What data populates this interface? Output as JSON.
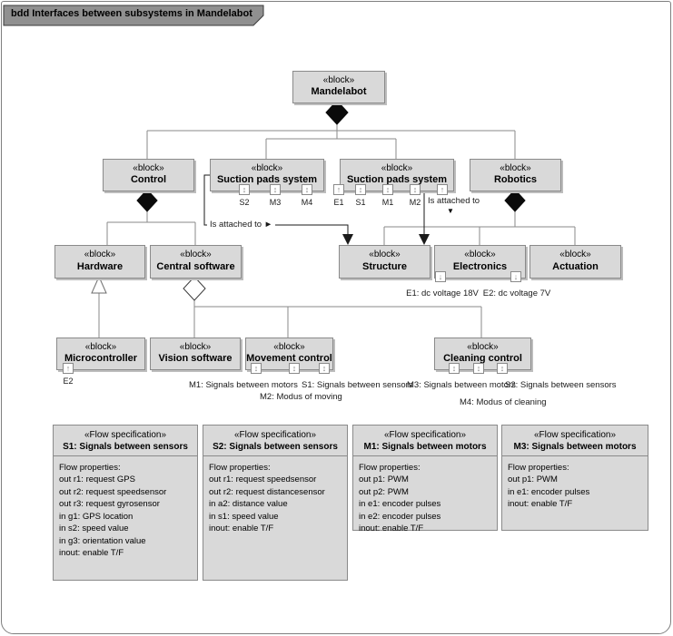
{
  "frame": {
    "title": "bdd Interfaces between subsystems in Mandelabot"
  },
  "colors": {
    "block_fill": "#d9d9d9",
    "block_border": "#8a8a8a",
    "tab_fill": "#909090",
    "tree_line": "#8a8a8a",
    "attach_line": "#1a1a1a"
  },
  "blocks": {
    "mandelabot": {
      "stereotype": "«block»",
      "name": "Mandelabot"
    },
    "control": {
      "stereotype": "«block»",
      "name": "Control"
    },
    "suction1": {
      "stereotype": "«block»",
      "name": "Suction pads system"
    },
    "suction2": {
      "stereotype": "«block»",
      "name": "Suction pads system"
    },
    "robotics": {
      "stereotype": "«block»",
      "name": "Robotics"
    },
    "hardware": {
      "stereotype": "«block»",
      "name": "Hardware"
    },
    "central_software": {
      "stereotype": "«block»",
      "name": "Central software"
    },
    "structure": {
      "stereotype": "«block»",
      "name": "Structure"
    },
    "electronics": {
      "stereotype": "«block»",
      "name": "Electronics"
    },
    "actuation": {
      "stereotype": "«block»",
      "name": "Actuation"
    },
    "microcontroller": {
      "stereotype": "«block»",
      "name": "Microcontroller"
    },
    "vision_software": {
      "stereotype": "«block»",
      "name": "Vision software"
    },
    "movement_control": {
      "stereotype": "«block»",
      "name": "Movement control"
    },
    "cleaning_control": {
      "stereotype": "«block»",
      "name": "Cleaning control"
    }
  },
  "ports": {
    "suction1": [
      "S2",
      "M3",
      "M4",
      "E1"
    ],
    "suction2": [
      "S1",
      "M1",
      "M2",
      "E1"
    ],
    "microcontroller": [
      "E2"
    ]
  },
  "icons": {
    "inout": "↕",
    "in_up": "↑",
    "out_down": "↓",
    "right_arrow": "►",
    "down_arrow": "▼"
  },
  "labels": {
    "attached_right": "Is attached to",
    "attached_down": "Is attached to",
    "e1_voltage": "E1: dc voltage 18V",
    "e2_voltage": "E2: dc voltage 7V",
    "note_m1": "M1: Signals between motors",
    "note_s1": "S1: Signals between sensors",
    "note_m2": "M2: Modus of moving",
    "note_m3": "M3: Signals between motors",
    "note_s2": "S2: Signals between sensors",
    "note_m4": "M4: Modus of cleaning"
  },
  "flow_specs": [
    {
      "stereotype": "«Flow specification»",
      "title": "S1: Signals between sensors",
      "lines": [
        "Flow properties:",
        "out r1: request GPS",
        "out r2: request speedsensor",
        "out r3: request gyrosensor",
        "in g1: GPS location",
        "in s2: speed value",
        "in g3: orientation value",
        "inout: enable T/F"
      ]
    },
    {
      "stereotype": "«Flow specification»",
      "title": "S2: Signals between sensors",
      "lines": [
        "Flow properties:",
        "out r1: request speedsensor",
        "out r2: request distancesensor",
        "in a2: distance value",
        "in s1: speed value",
        "inout: enable T/F"
      ]
    },
    {
      "stereotype": "«Flow specification»",
      "title": "M1: Signals between motors",
      "lines": [
        "Flow properties:",
        "out p1: PWM",
        "out p2: PWM",
        "in e1: encoder pulses",
        "in e2: encoder pulses",
        "inout: enable T/F"
      ]
    },
    {
      "stereotype": "«Flow specification»",
      "title": "M3: Signals between motors",
      "lines": [
        "Flow properties:",
        "out p1: PWM",
        "in e1: encoder pulses",
        "inout: enable T/F"
      ]
    }
  ]
}
